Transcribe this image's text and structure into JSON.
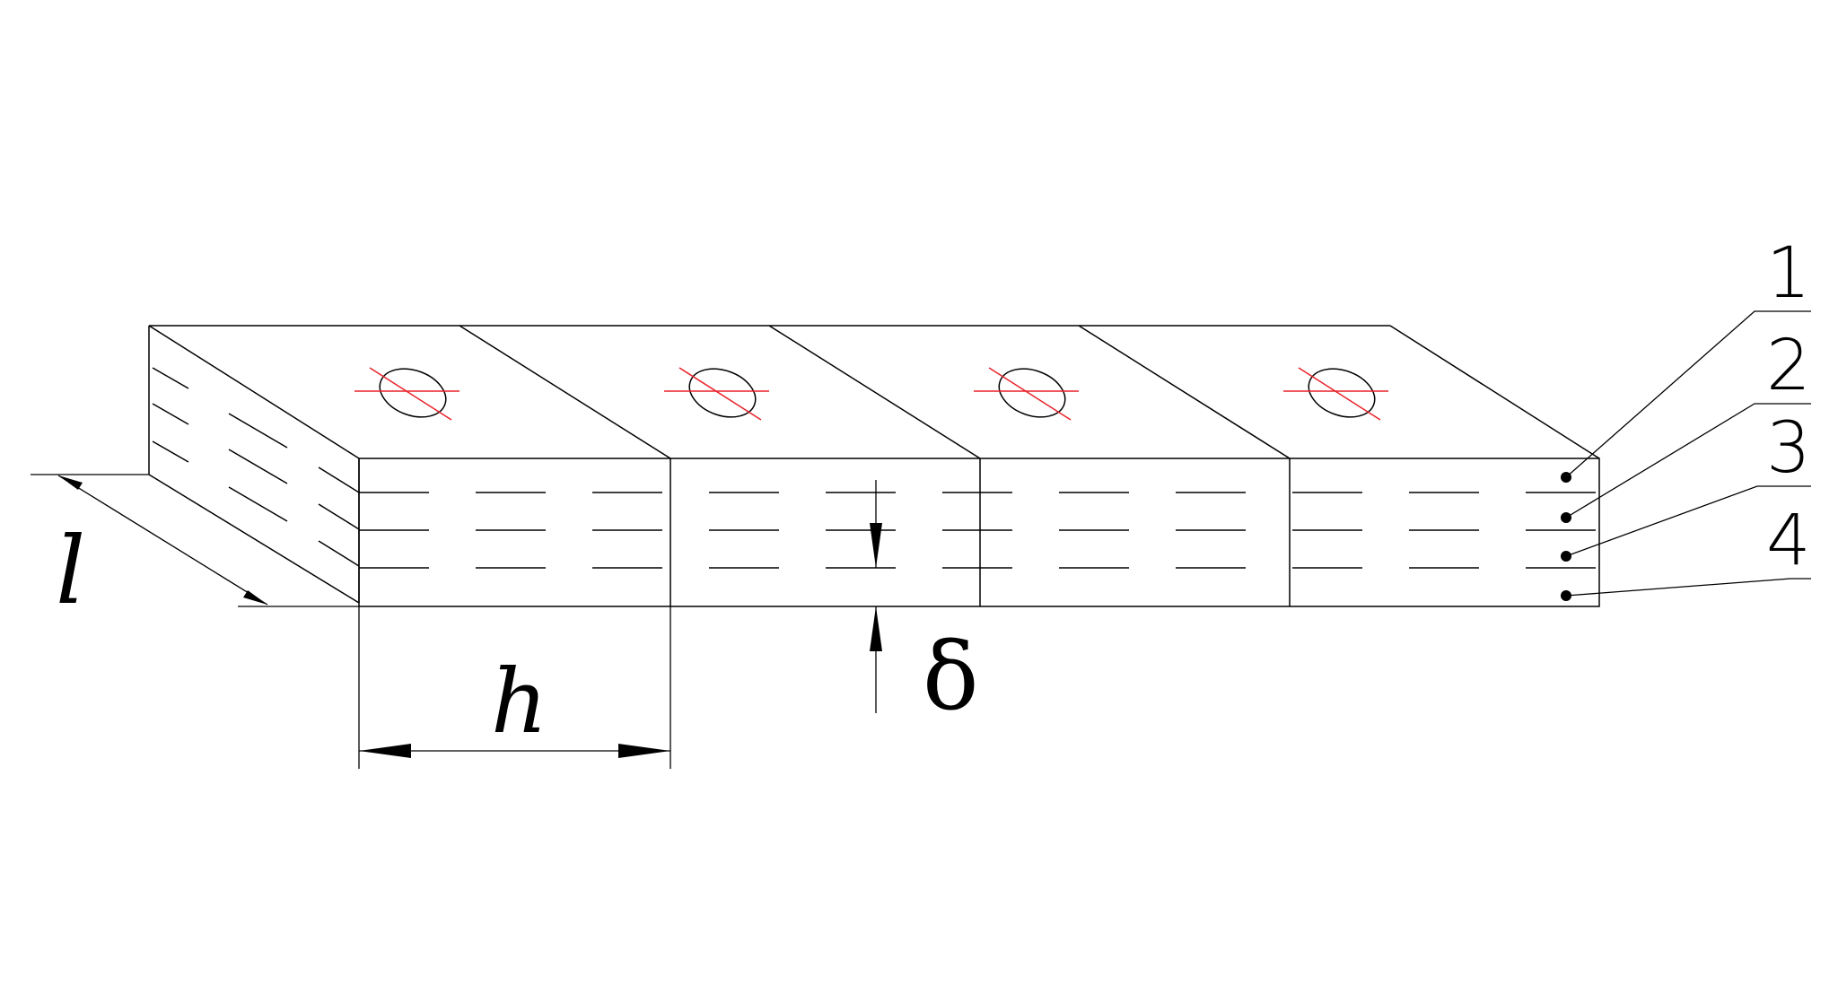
{
  "diagram": {
    "callouts": [
      {
        "label": "1"
      },
      {
        "label": "2"
      },
      {
        "label": "3"
      },
      {
        "label": "4"
      }
    ],
    "dimensions": {
      "length_label": "l",
      "height_label": "h",
      "thickness_label": "δ"
    },
    "colors": {
      "line": "#000000",
      "centerline": "#e8222a",
      "background": "#ffffff"
    }
  }
}
